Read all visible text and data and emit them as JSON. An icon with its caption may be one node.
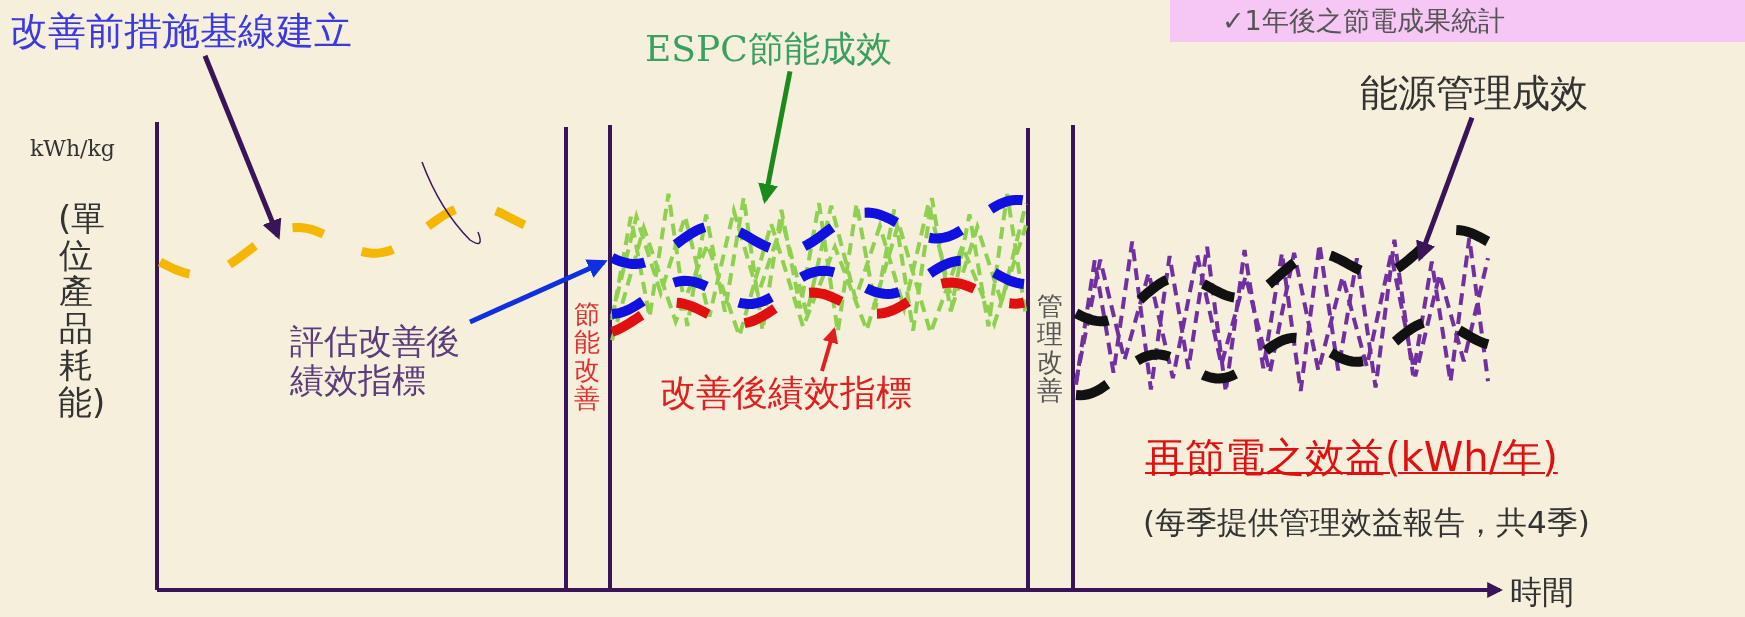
{
  "diagram": {
    "nodes": [
      {
        "text": [
          "改善前措施基線建立"
        ]
      },
      {
        "text": [
          "✓1年後之節電成果統計"
        ]
      },
      {
        "text": [
          "ESPC節能成效"
        ]
      },
      {
        "text": [
          "能源管理成效"
        ]
      },
      {
        "text": [
          "評估改善後績效指標"
        ]
      },
      {
        "text": [
          "改善後績效指標"
        ]
      }
    ],
    "edges": [
      {
        "from": 0,
        "to": null,
        "arrow": "to",
        "color": "#3a1458"
      },
      {
        "from": 2,
        "to": null,
        "arrow": "to",
        "color": "#1a8a1a"
      },
      {
        "from": 3,
        "to": null,
        "arrow": "to",
        "color": "#3a1458"
      },
      {
        "from": 4,
        "to": null,
        "arrow": "to",
        "color": "#1030e0"
      },
      {
        "from": 5,
        "to": null,
        "arrow": "to",
        "color": "#e02020"
      }
    ],
    "labels": [
      "kWh/kg",
      "(單位產品耗能)",
      "節能改善",
      "管理改善",
      "再節電之效益(kWh/年)",
      "(每季提供管理效益報告，共4季)",
      "時間"
    ]
  }
}
